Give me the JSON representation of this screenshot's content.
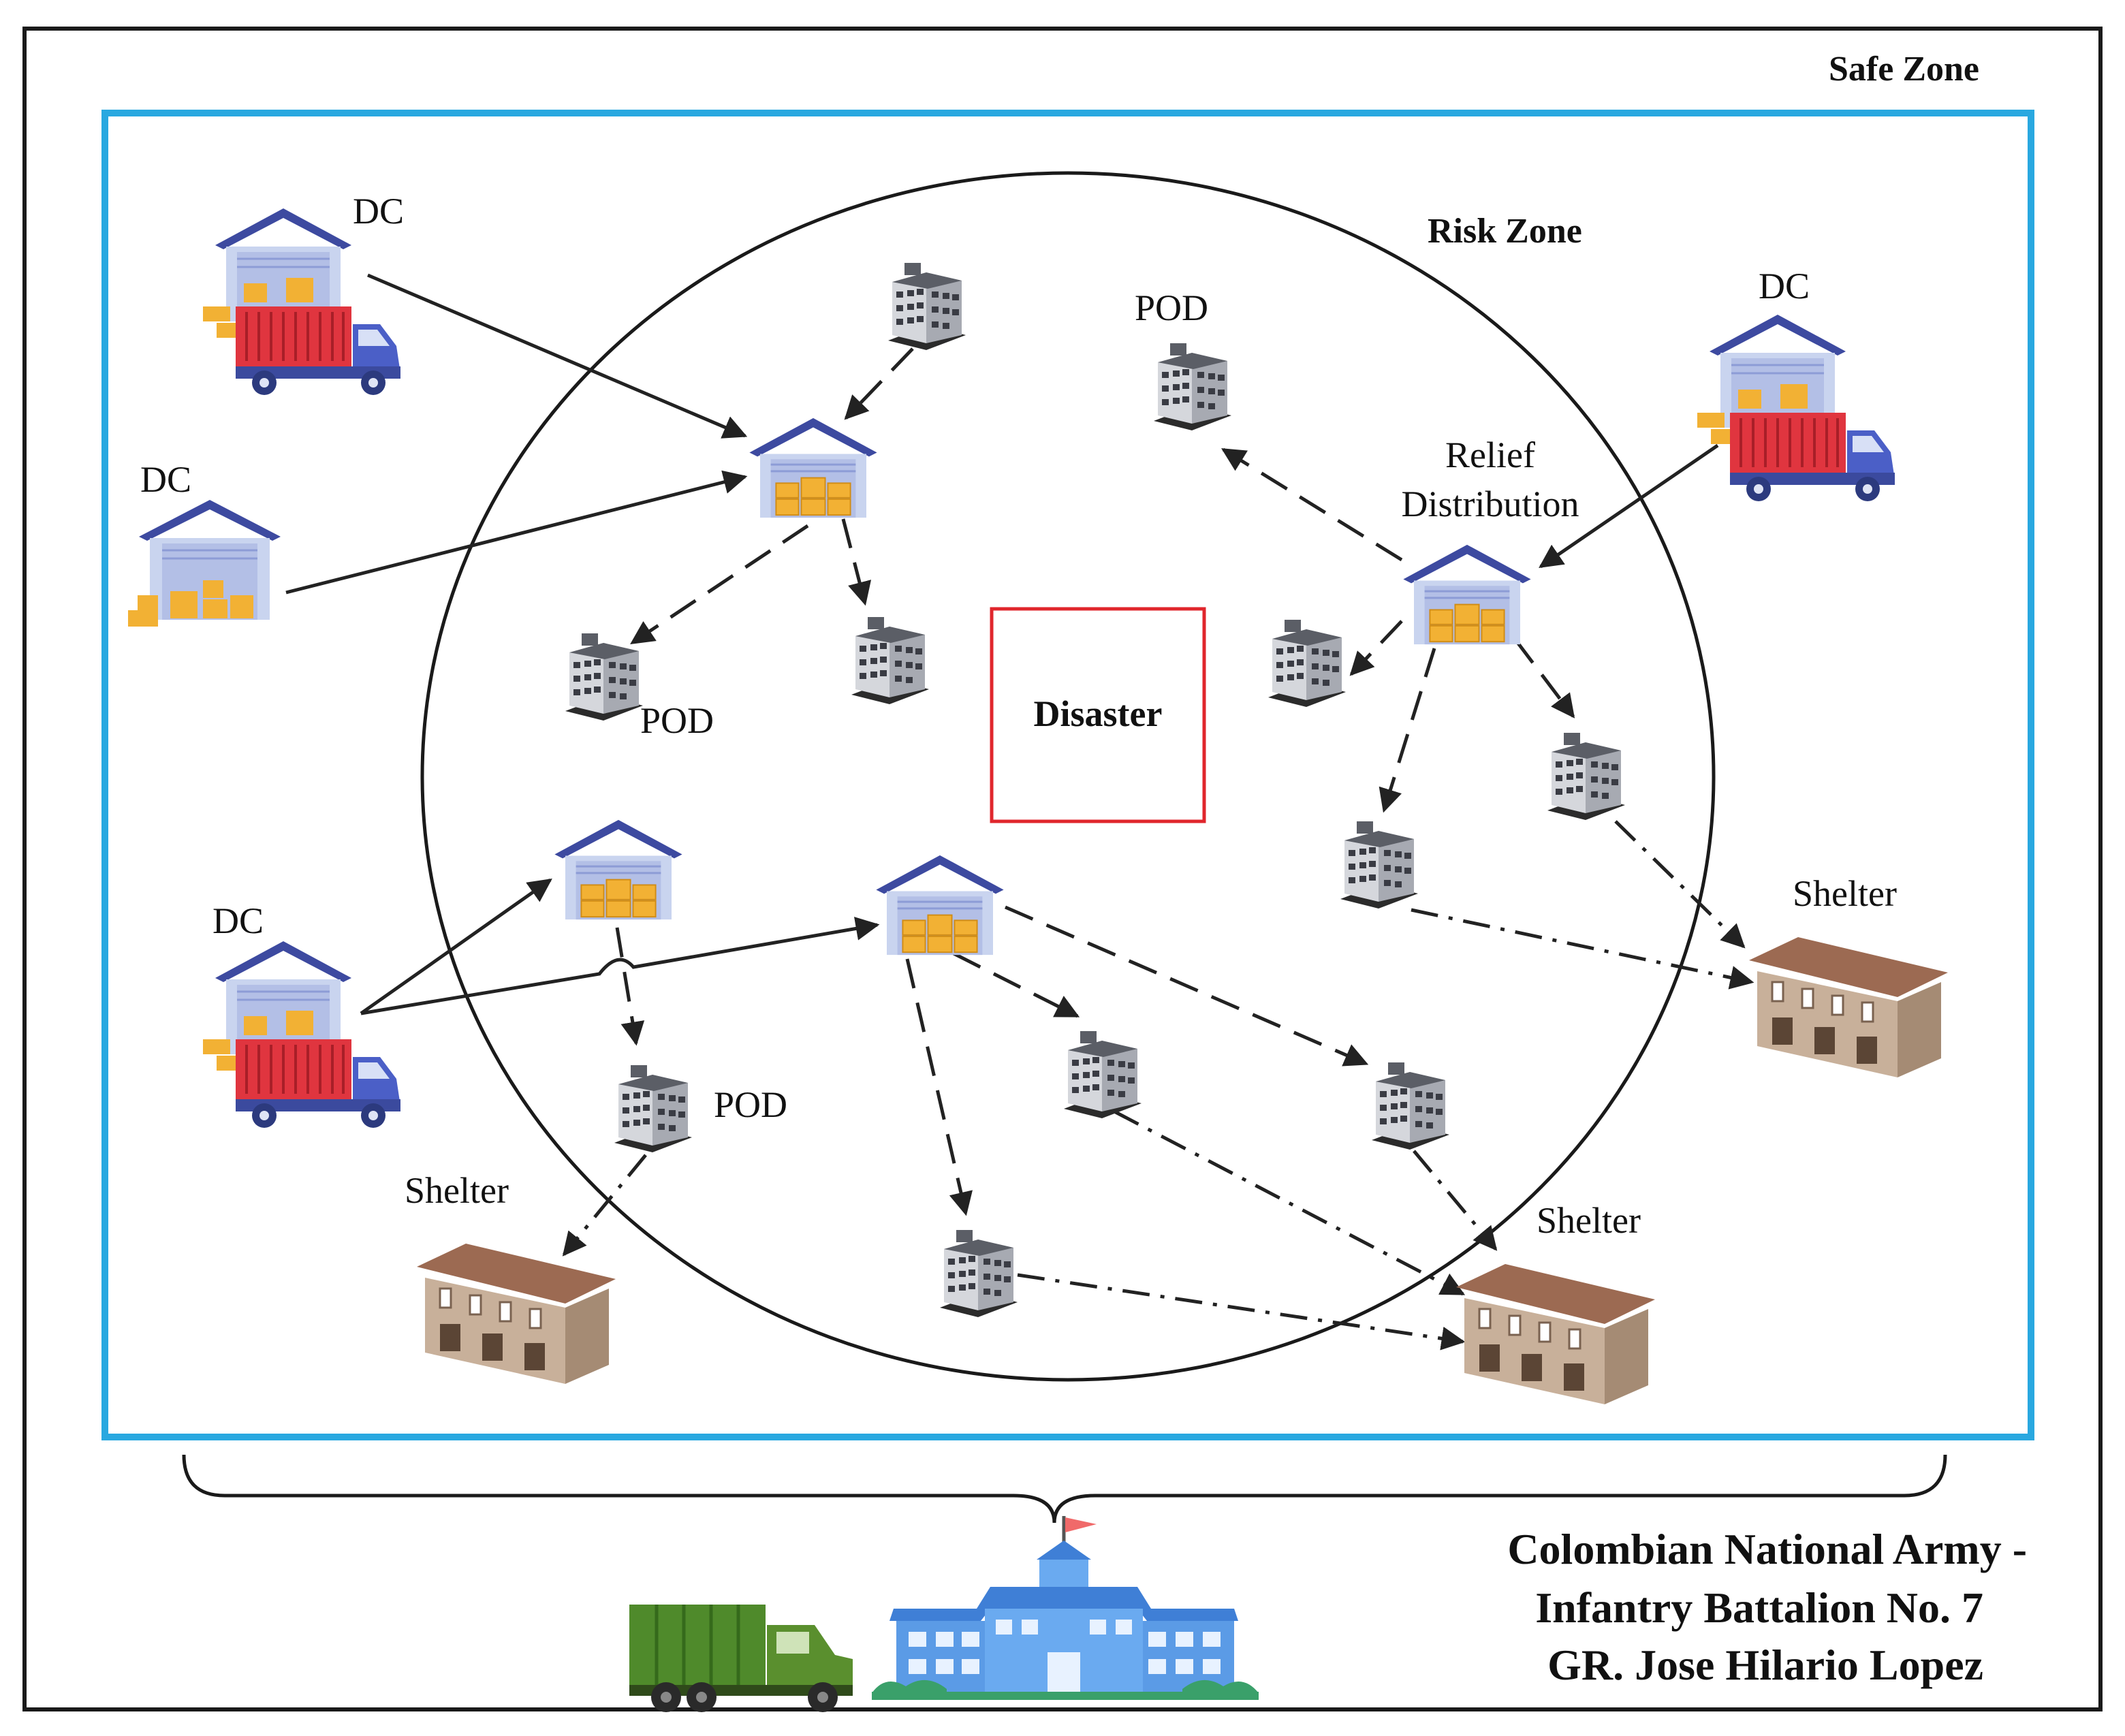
{
  "labels": {
    "safe_zone": "Safe Zone",
    "risk_zone": "Risk Zone",
    "disaster": "Disaster",
    "dc_1": "DC",
    "dc_2": "DC",
    "dc_3": "DC",
    "dc_4": "DC",
    "pod_1": "POD",
    "pod_2": "POD",
    "pod_3": "POD",
    "relief_line1": "Relief",
    "relief_line2": "Distribution",
    "shelter_1": "Shelter",
    "shelter_2": "Shelter",
    "shelter_3": "Shelter",
    "army_line1": "Colombian National Army -",
    "army_line2": "Infantry Battalion No. 7",
    "army_line3": "GR. Jose Hilario Lopez"
  },
  "colors": {
    "safe_zone_border": "#29a8e0",
    "disaster_border": "#e0262c",
    "warehouse_roof": "#3d4aa0",
    "warehouse_wall": "#c9d4ef",
    "boxes": "#f2b134",
    "truck_cargo": "#e0353f",
    "truck_cab": "#4b5fc7",
    "shelter_wall": "#c8b09a",
    "shelter_roof": "#9c6a52",
    "pod_building": "#c4c6cc",
    "army_truck": "#4f8a2b",
    "hq_building": "#5b9be6"
  }
}
